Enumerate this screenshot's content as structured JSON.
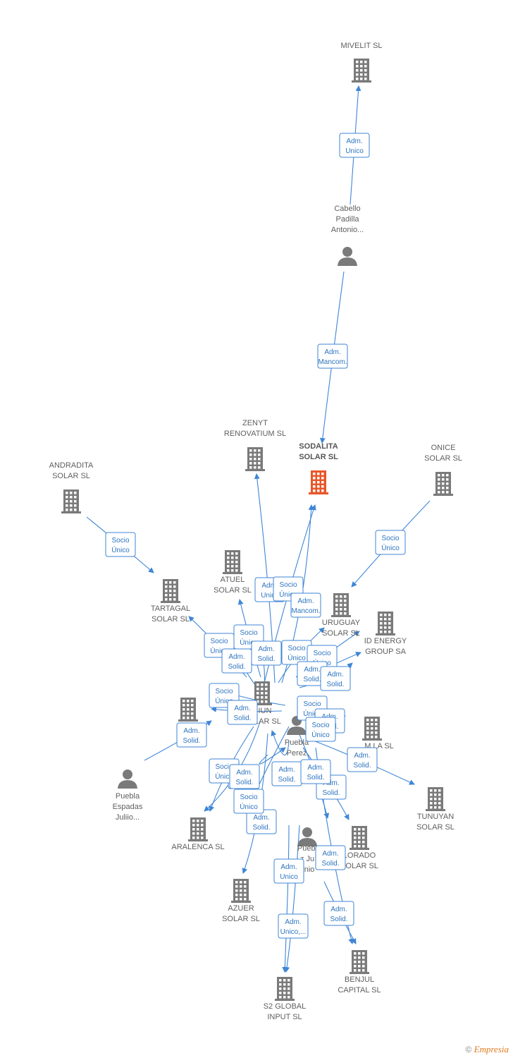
{
  "colors": {
    "edge": "#3f86d6",
    "label_border": "#3f86d6",
    "label_text": "#2e74c0",
    "company": "#7a7a7a",
    "company_main": "#e8572a",
    "person": "#7a7a7a"
  },
  "nodes": [
    {
      "id": "mivelit",
      "type": "company",
      "lines": [
        "MIVELIT SL"
      ]
    },
    {
      "id": "cabello",
      "type": "person",
      "lines": [
        "Cabello",
        "Padilla",
        "Antonio..."
      ]
    },
    {
      "id": "zenyt",
      "type": "company",
      "lines": [
        "ZENYT",
        "RENOVATIUM SL"
      ]
    },
    {
      "id": "sodalita",
      "type": "company",
      "main": true,
      "lines": [
        "SODALITA",
        "SOLAR SL"
      ]
    },
    {
      "id": "onice",
      "type": "company",
      "lines": [
        "ONICE",
        "SOLAR SL"
      ]
    },
    {
      "id": "andradita",
      "type": "company",
      "lines": [
        "ANDRADITA",
        "SOLAR SL"
      ]
    },
    {
      "id": "tartagal",
      "type": "company",
      "lines": [
        "TARTAGAL",
        "SOLAR SL"
      ]
    },
    {
      "id": "atuel",
      "type": "company",
      "lines": [
        "ATUEL",
        "SOLAR SL"
      ]
    },
    {
      "id": "uruguay",
      "type": "company",
      "lines": [
        "URUGUAY",
        "SOLAR SL"
      ]
    },
    {
      "id": "idenergy",
      "type": "company",
      "lines": [
        "ID ENERGY",
        "GROUP SA"
      ]
    },
    {
      "id": "ic",
      "type": "company",
      "lines": [
        "IC",
        "SO"
      ]
    },
    {
      "id": "ciun",
      "type": "company",
      "lines": [
        "CIUN",
        "SOLAR SL"
      ]
    },
    {
      "id": "puebla_perez",
      "type": "person",
      "lines": [
        "Puebla",
        "Perez"
      ]
    },
    {
      "id": "mla",
      "type": "company",
      "lines": [
        "M LA SL"
      ]
    },
    {
      "id": "puebla_espadas",
      "type": "person",
      "lines": [
        "Puebla",
        "Espadas",
        "Juliio..."
      ]
    },
    {
      "id": "tunuyan",
      "type": "company",
      "lines": [
        "TUNUYAN",
        "SOLAR SL"
      ]
    },
    {
      "id": "aralenca",
      "type": "company",
      "lines": [
        "ARALENCA SL"
      ]
    },
    {
      "id": "puebla_julio",
      "type": "person",
      "lines": [
        "Puebl",
        "z Ju",
        "onio"
      ]
    },
    {
      "id": "colorado",
      "type": "company",
      "lines": [
        "LORADO",
        "SOLAR SL"
      ]
    },
    {
      "id": "azuer",
      "type": "company",
      "lines": [
        "AZUER",
        "SOLAR SL"
      ]
    },
    {
      "id": "benjul",
      "type": "company",
      "lines": [
        "BENJUL",
        "CAPITAL SL"
      ]
    },
    {
      "id": "s2global",
      "type": "company",
      "lines": [
        "S2 GLOBAL",
        "INPUT SL"
      ]
    }
  ],
  "edges": [
    {
      "lines": [
        "Adm.",
        "Unico"
      ]
    },
    {
      "lines": [
        "Adm.",
        "Mancom."
      ]
    },
    {
      "lines": [
        "Socio",
        "Único"
      ]
    },
    {
      "lines": [
        "Socio",
        "Único"
      ]
    },
    {
      "lines": [
        "Adm.",
        "Unico"
      ]
    },
    {
      "lines": [
        "Socio",
        "Único"
      ]
    },
    {
      "lines": [
        "Adm.",
        "Mancom."
      ]
    },
    {
      "lines": [
        "Socio",
        "Único"
      ]
    },
    {
      "lines": [
        "Socio",
        "Único"
      ]
    },
    {
      "lines": [
        "Adm.",
        "Solid."
      ]
    },
    {
      "lines": [
        "Adm.",
        "Solid."
      ]
    },
    {
      "lines": [
        "Socio",
        "Único"
      ]
    },
    {
      "lines": [
        "Socio",
        "Único"
      ]
    },
    {
      "lines": [
        "Adm.",
        "Solid."
      ]
    },
    {
      "lines": [
        "Adm.",
        "Solid."
      ]
    },
    {
      "lines": [
        "Socio",
        "Único"
      ]
    },
    {
      "lines": [
        "Adm.",
        "Solid."
      ]
    },
    {
      "lines": [
        "Socio",
        "Único"
      ]
    },
    {
      "lines": [
        "Adm.",
        "Solid."
      ]
    },
    {
      "lines": [
        "Adm.",
        "Solid."
      ]
    },
    {
      "lines": [
        "Socio",
        "Único"
      ]
    },
    {
      "lines": [
        "Adm.",
        "Solid."
      ]
    },
    {
      "lines": [
        "Adm.",
        "Solid."
      ]
    },
    {
      "lines": [
        "Socio",
        "Único"
      ]
    },
    {
      "lines": [
        "Adm.",
        "Solid."
      ]
    },
    {
      "lines": [
        "Adm.",
        "Solid."
      ]
    },
    {
      "lines": [
        "Adm.",
        "Solid."
      ]
    },
    {
      "lines": [
        "Socio",
        "Único"
      ]
    },
    {
      "lines": [
        "Adm.",
        "Solid."
      ]
    },
    {
      "lines": [
        "Adm.",
        "Solid."
      ]
    },
    {
      "lines": [
        "Adm.",
        "Unico"
      ]
    },
    {
      "lines": [
        "Adm.",
        "Unico,..."
      ]
    },
    {
      "lines": [
        "Adm.",
        "Solid."
      ]
    },
    {
      "lines": [
        "Adm.",
        "Solid."
      ]
    }
  ],
  "credit": {
    "symbol": "©",
    "brand": "Empresia"
  }
}
